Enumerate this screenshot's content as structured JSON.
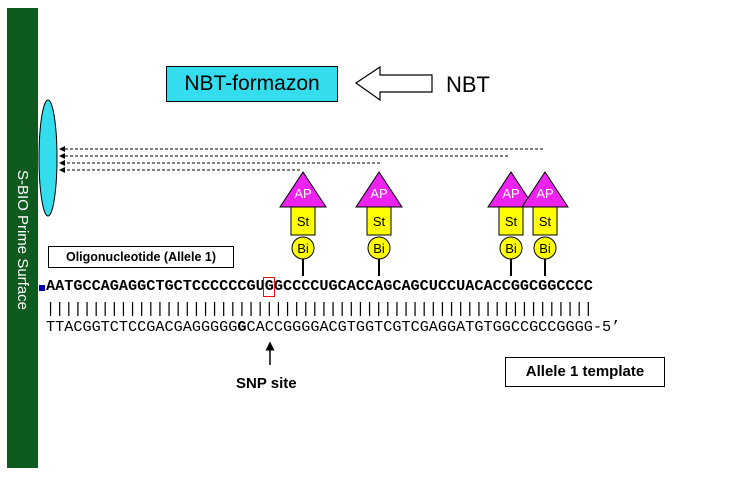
{
  "surface": {
    "label": "S-BIO Prime Surface",
    "color": "#0f5a1f"
  },
  "top": {
    "product_label": "NBT-formazon",
    "substrate_label": "NBT",
    "box_color": "#33ddee"
  },
  "oligo": {
    "label": "Oligonucleotide (Allele 1)",
    "sequence": "AATGCCAGAGGCTGCTCCCCCCGUGGCCCCUGCACCAGCAGCUCCUACACCGGCGGCCCC"
  },
  "pairing_bars": "||||||||||||||||||||||||||||||||||||||||||||||||||||||||||||",
  "template": {
    "sequence": "TTACGGTCTCCGACGAGGGGGGCACCGGGGACGTGGTCGTCGAGGATGTGGCCGCCGGGG-5’",
    "snp_base": "G",
    "label": "Allele 1 template"
  },
  "snp": {
    "label": "SNP site"
  },
  "conjugate": {
    "enzyme": "AP",
    "linker": "St",
    "tag": "Bi",
    "enzyme_color": "#ee22ee",
    "tag_color": "#ffff00"
  }
}
